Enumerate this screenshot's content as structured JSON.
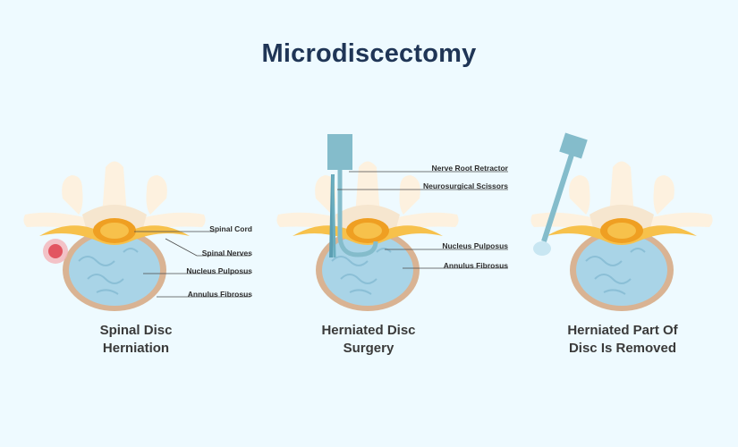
{
  "title": "Microdiscectomy",
  "colors": {
    "background": "#eefaff",
    "title": "#1f3556",
    "bone": "#fdf1df",
    "bone_shade": "#f3e2c8",
    "nerve_yellow": "#f7c14b",
    "nerve_orange": "#ef9f22",
    "disc_rim": "#d9b393",
    "disc_fill": "#a9d4e7",
    "tool": "#84bccb",
    "inflammation": "#e25561"
  },
  "panels": [
    {
      "caption_line1": "Spinal Disc",
      "caption_line2": "Herniation",
      "labels": [
        "Spinal Cord",
        "Spinal Nerves",
        "Nucleus Pulposus",
        "Annulus Fibrosus"
      ]
    },
    {
      "caption_line1": "Herniated Disc",
      "caption_line2": "Surgery",
      "labels": [
        "Nerve Root Retractor",
        "Neurosurgical Scissors",
        "Nucleus Pulposus",
        "Annulus Fibrosus"
      ]
    },
    {
      "caption_line1": "Herniated Part Of",
      "caption_line2": "Disc Is Removed",
      "labels": []
    }
  ]
}
